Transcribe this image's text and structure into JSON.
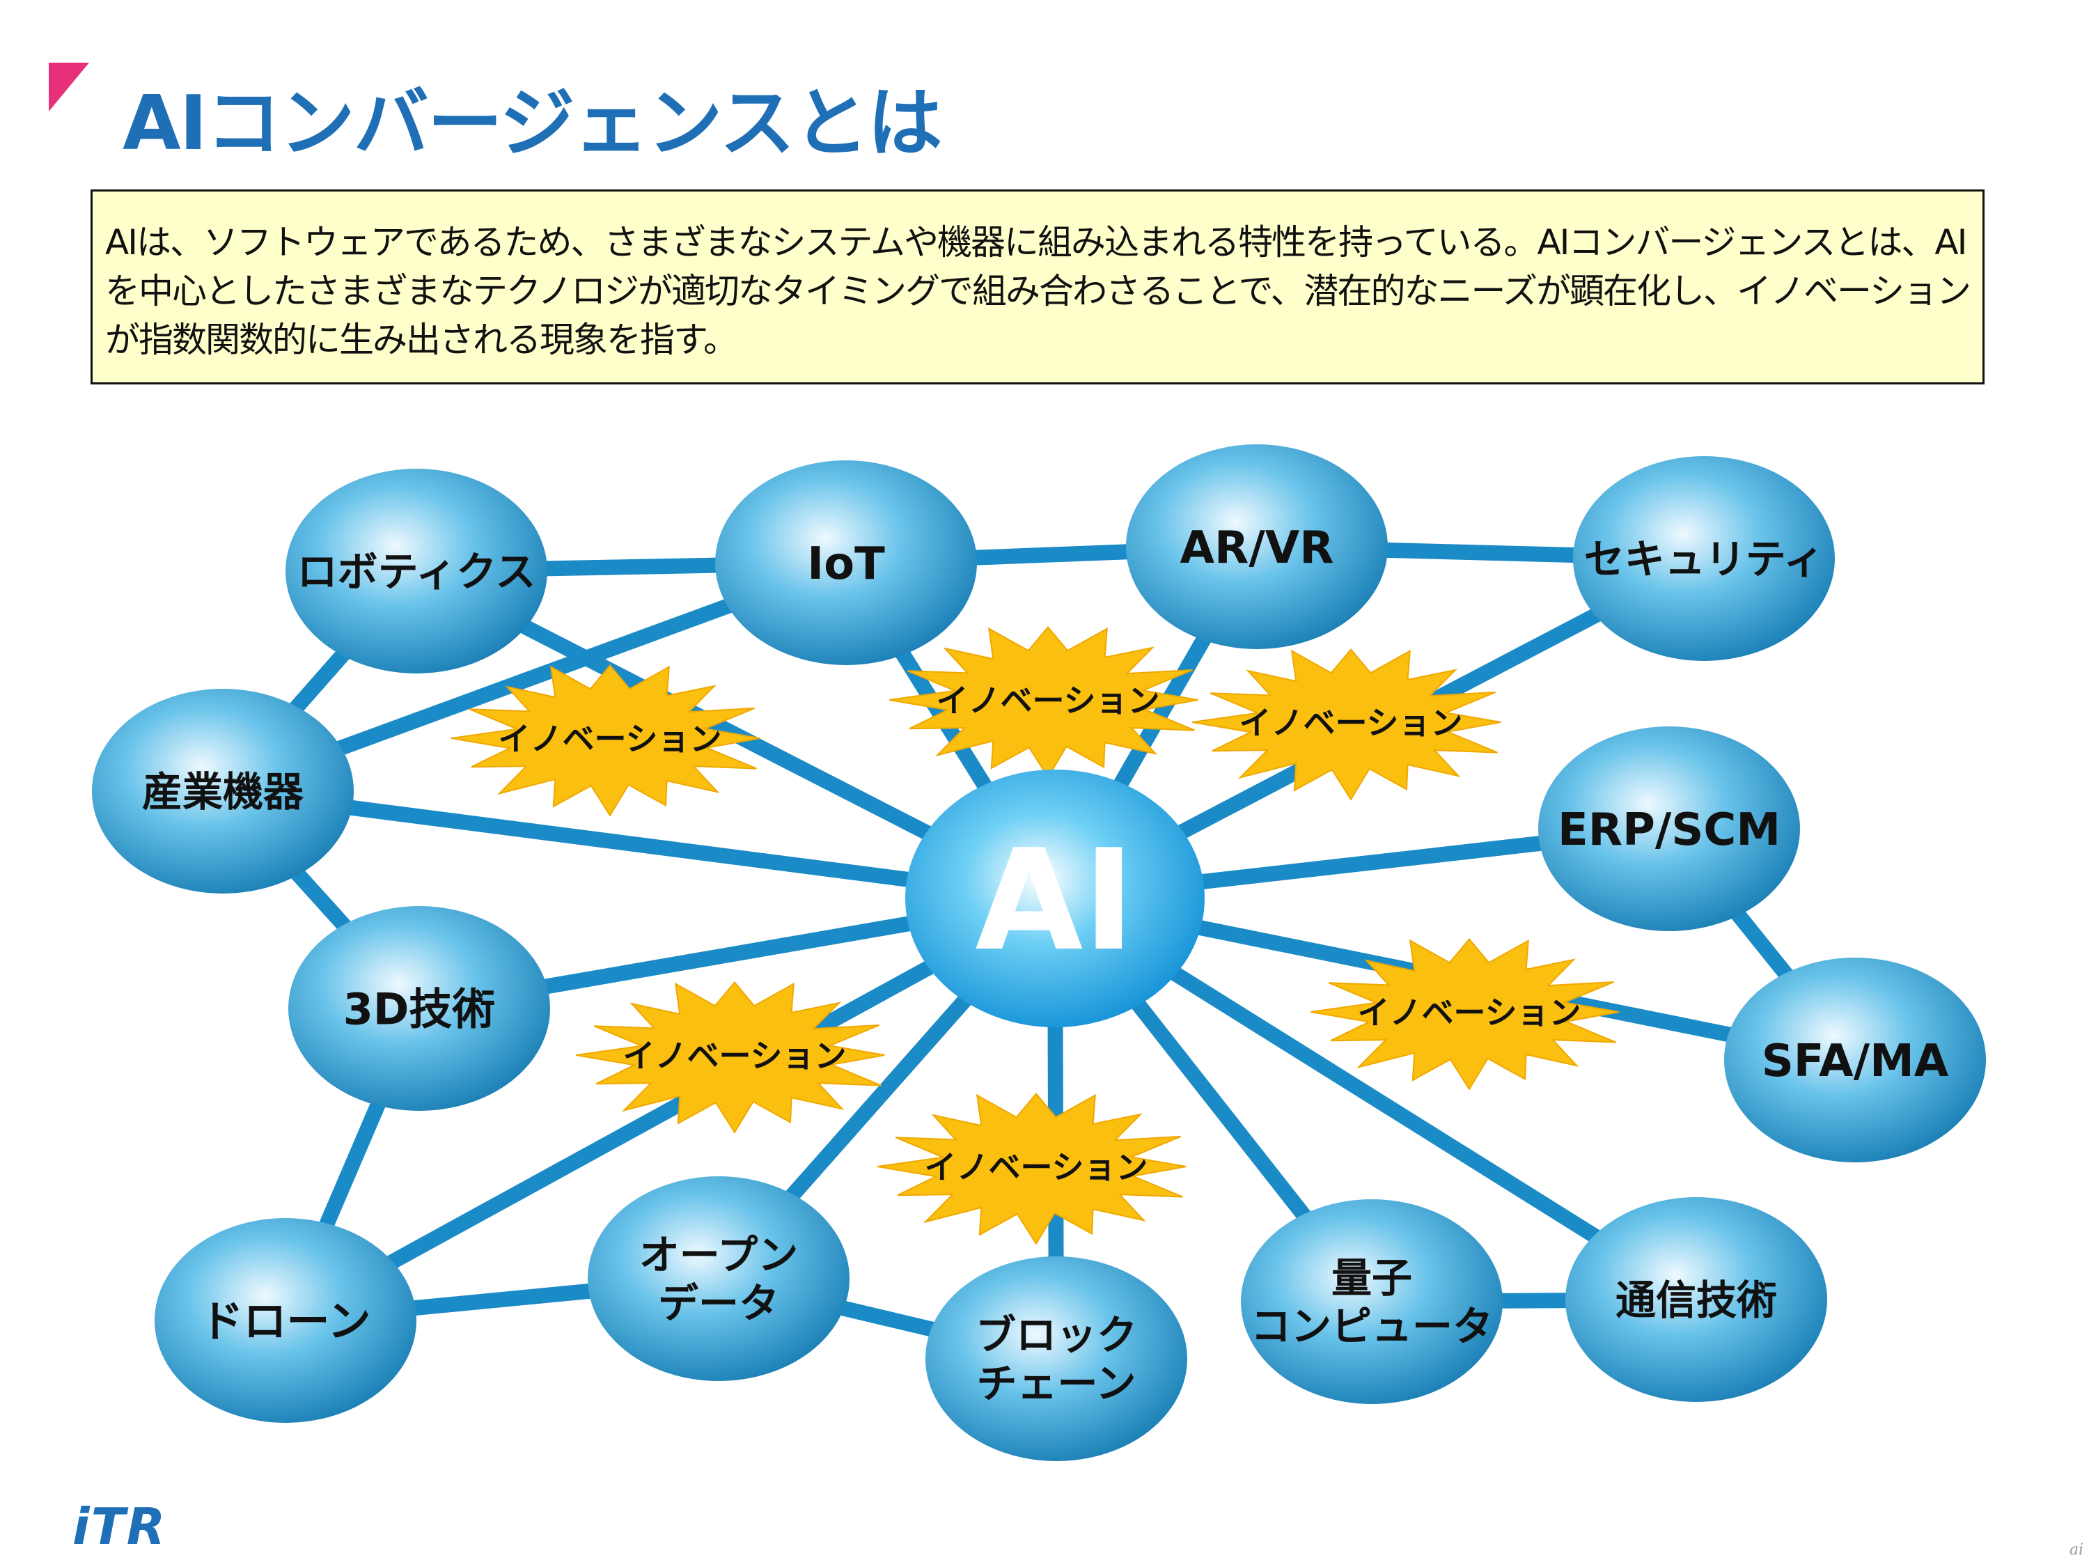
{
  "title": "AIコンバージェンスとは",
  "description": "AIは、ソフトウェアであるため、さまざまなシステムや機器に組み込まれる特性を持っている。AIコンバージェンスとは、AIを中心としたさまざまなテクノロジが適切なタイミングで組み合わさることで、潜在的なニーズが顕在化し、イノベーションが指数関数的に生み出される現象を指す。",
  "logo": "iTR",
  "watermark": "ai",
  "colors": {
    "title": "#1f6fb6",
    "line": "#1b8bc7",
    "burst": "#fbbf0f",
    "node_light": "#eef9ff",
    "node_mid": "#69c3ea",
    "node_dark": "#1b80b6",
    "center_light": "#ffffff",
    "center_dark": "#1190d6"
  },
  "diagram": {
    "center": {
      "id": "ai",
      "label": "AI"
    },
    "nodes": [
      {
        "id": "robotics",
        "lines": [
          "ロボティクス"
        ]
      },
      {
        "id": "iot",
        "lines": [
          "IoT"
        ]
      },
      {
        "id": "arvr",
        "lines": [
          "AR/VR"
        ]
      },
      {
        "id": "security",
        "lines": [
          "セキュリティ"
        ]
      },
      {
        "id": "industrial",
        "lines": [
          "産業機器"
        ]
      },
      {
        "id": "erp",
        "lines": [
          "ERP/SCM"
        ]
      },
      {
        "id": "3d",
        "lines": [
          "3D技術"
        ]
      },
      {
        "id": "sfa",
        "lines": [
          "SFA/MA"
        ]
      },
      {
        "id": "drone",
        "lines": [
          "ドローン"
        ]
      },
      {
        "id": "opendata",
        "lines": [
          "オープン",
          "データ"
        ]
      },
      {
        "id": "blockchain",
        "lines": [
          "ブロック",
          "チェーン"
        ]
      },
      {
        "id": "quantum",
        "lines": [
          "量子",
          "コンピュータ"
        ]
      },
      {
        "id": "telecom",
        "lines": [
          "通信技術"
        ]
      }
    ],
    "edges": [
      [
        "ai",
        "robotics"
      ],
      [
        "ai",
        "iot"
      ],
      [
        "ai",
        "arvr"
      ],
      [
        "ai",
        "security"
      ],
      [
        "ai",
        "industrial"
      ],
      [
        "ai",
        "erp"
      ],
      [
        "ai",
        "3d"
      ],
      [
        "ai",
        "sfa"
      ],
      [
        "ai",
        "opendata"
      ],
      [
        "ai",
        "blockchain"
      ],
      [
        "ai",
        "quantum"
      ],
      [
        "ai",
        "telecom"
      ],
      [
        "robotics",
        "iot"
      ],
      [
        "iot",
        "arvr"
      ],
      [
        "arvr",
        "security"
      ],
      [
        "robotics",
        "industrial"
      ],
      [
        "industrial",
        "iot"
      ],
      [
        "industrial",
        "3d"
      ],
      [
        "3d",
        "drone"
      ],
      [
        "drone",
        "opendata"
      ],
      [
        "opendata",
        "blockchain"
      ],
      [
        "quantum",
        "telecom"
      ],
      [
        "erp",
        "sfa"
      ],
      [
        "drone",
        "ai"
      ]
    ],
    "bursts": [
      {
        "id": "burst-1",
        "label": "イノベーション"
      },
      {
        "id": "burst-2",
        "label": "イノベーション"
      },
      {
        "id": "burst-3",
        "label": "イノベーション"
      },
      {
        "id": "burst-4",
        "label": "イノベーション"
      },
      {
        "id": "burst-5",
        "label": "イノベーション"
      },
      {
        "id": "burst-6",
        "label": "イノベーション"
      }
    ]
  }
}
